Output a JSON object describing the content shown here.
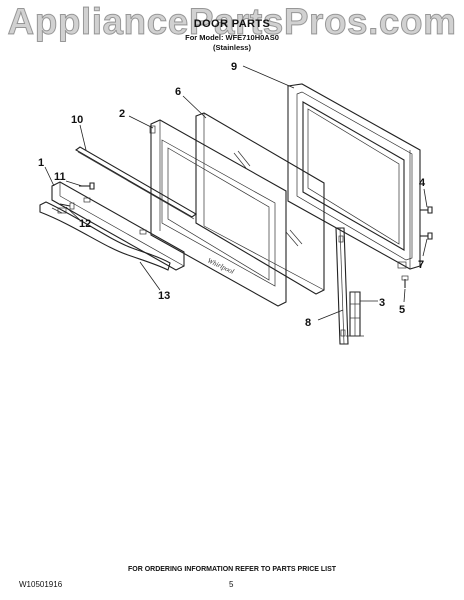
{
  "watermark": "AppliancePartsPros.com",
  "header": {
    "title": "DOOR PARTS",
    "model_line": "For Model: WFE710H0AS0",
    "variant": "(Stainless)"
  },
  "callouts": [
    "1",
    "2",
    "3",
    "4",
    "5",
    "6",
    "7",
    "8",
    "9",
    "10",
    "11",
    "12",
    "13"
  ],
  "footer": {
    "ordering_info": "FOR ORDERING INFORMATION REFER TO PARTS PRICE LIST",
    "document_number": "W10501916",
    "page_number": "5"
  },
  "logo_text": "Whirlpool"
}
